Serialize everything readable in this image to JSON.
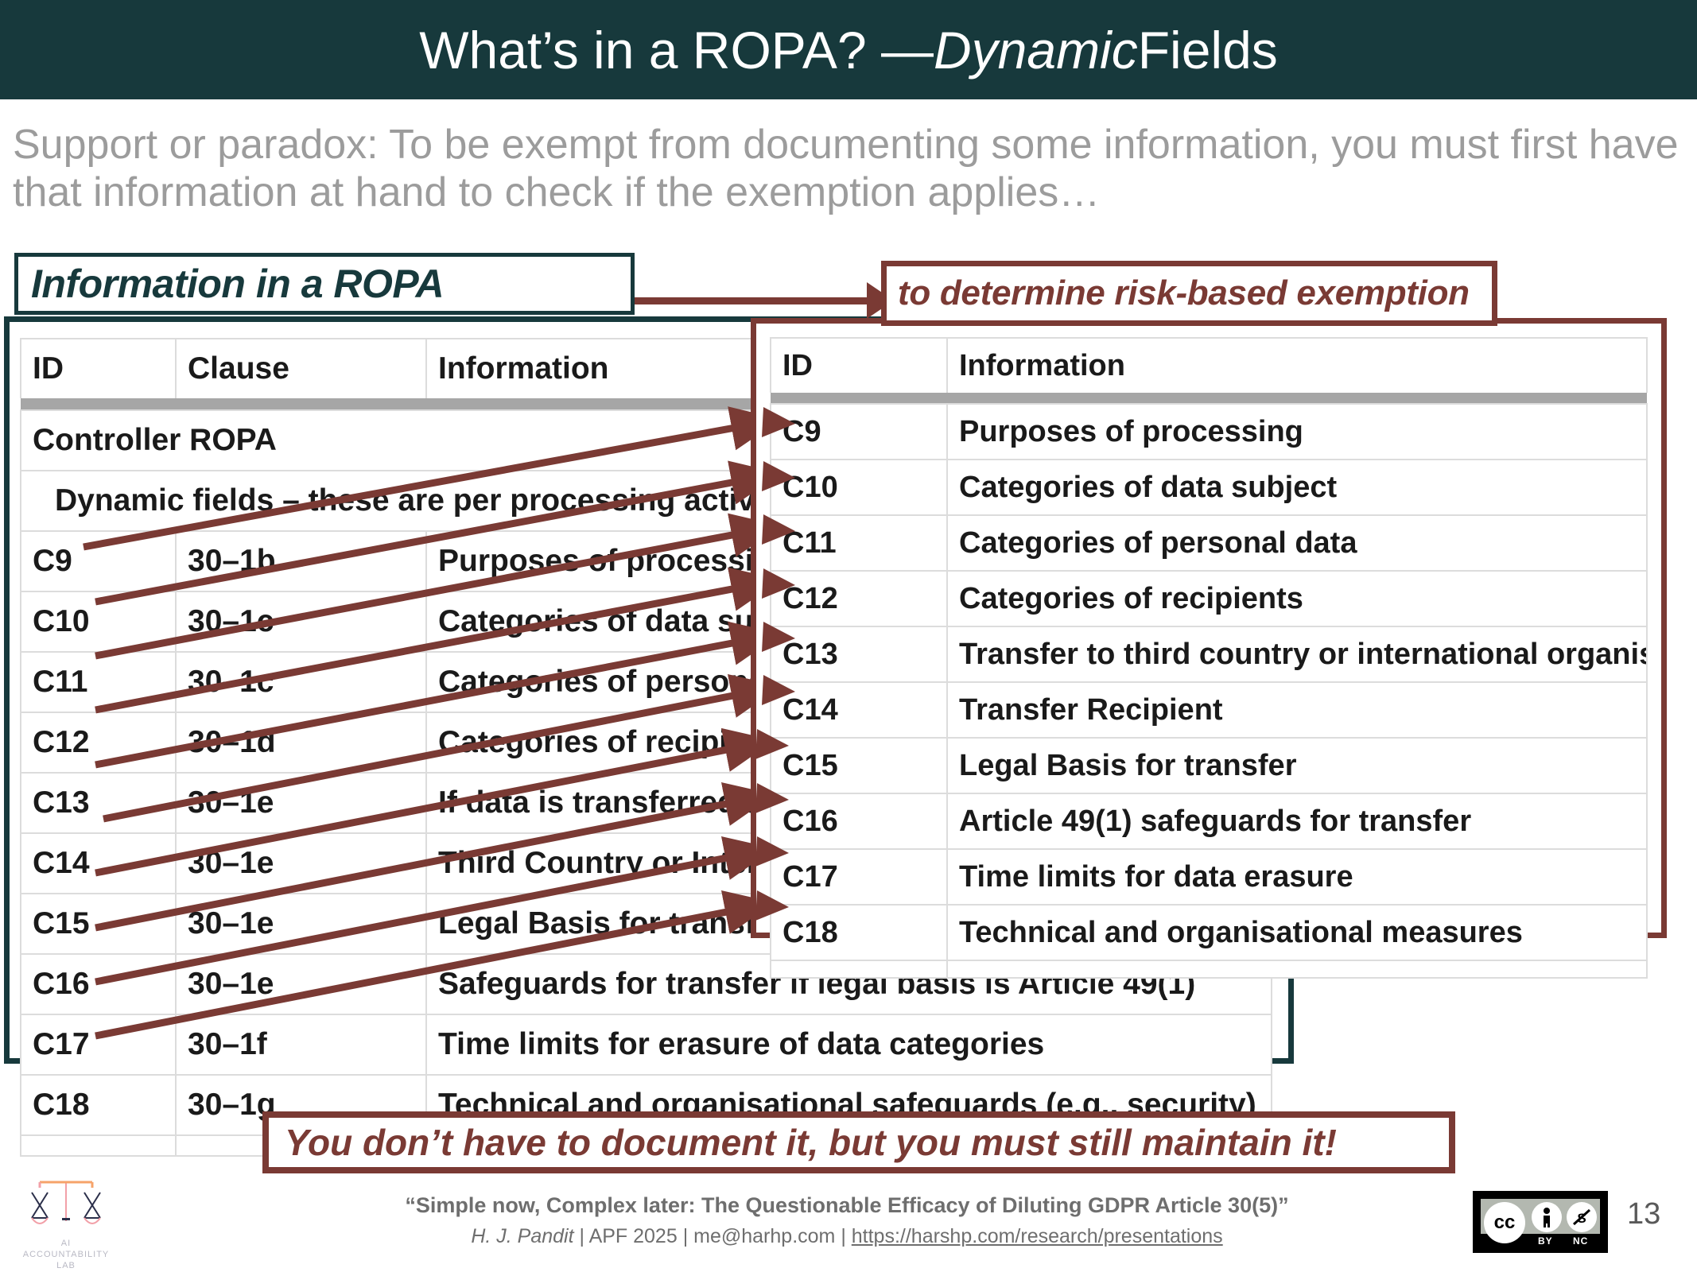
{
  "header": {
    "title_prefix": "What’s in a ROPA? — ",
    "title_emphasis": "Dynamic",
    "title_suffix": " Fields"
  },
  "lead": {
    "text": "Support or paradox: To be exempt from documenting some information, you must first have that information at hand to check if the exemption applies…"
  },
  "ropa_label": {
    "text": "Information in a ROPA"
  },
  "exempt_label": {
    "text": "to determine risk-based exemption"
  },
  "ropa_table": {
    "columns": [
      "ID",
      "Clause",
      "Information"
    ],
    "section_row": "Controller ROPA",
    "subsection_row": "Dynamic fields – these are per processing activity",
    "rows": [
      {
        "id": "C9",
        "clause": "30–1b",
        "information": "Purposes of processing"
      },
      {
        "id": "C10",
        "clause": "30–1c",
        "information": "Categories of data subject"
      },
      {
        "id": "C11",
        "clause": "30–1c",
        "information": "Categories of personal data"
      },
      {
        "id": "C12",
        "clause": "30–1d",
        "information": "Categories of recipients"
      },
      {
        "id": "C13",
        "clause": "30–1e",
        "information": "If data is transferred to a third country"
      },
      {
        "id": "C14",
        "clause": "30–1e",
        "information": "Third Country or International Organisation"
      },
      {
        "id": "C15",
        "clause": "30–1e",
        "information": "Legal Basis for transfer"
      },
      {
        "id": "C16",
        "clause": "30–1e",
        "information": "Safeguards for transfer if legal basis is Article 49(1)"
      },
      {
        "id": "C17",
        "clause": "30–1f",
        "information": "Time limits for erasure of data categories"
      },
      {
        "id": "C18",
        "clause": "30–1g",
        "information": "Technical and organisational safeguards (e.g., security)"
      }
    ]
  },
  "exempt_table": {
    "columns": [
      "ID",
      "Information"
    ],
    "rows": [
      {
        "id": "C9",
        "information": "Purposes of processing"
      },
      {
        "id": "C10",
        "information": "Categories of data subject"
      },
      {
        "id": "C11",
        "information": "Categories of personal data"
      },
      {
        "id": "C12",
        "information": "Categories of recipients"
      },
      {
        "id": "C13",
        "information": "Transfer to third country or international organisation"
      },
      {
        "id": "C14",
        "information": "Transfer Recipient"
      },
      {
        "id": "C15",
        "information": "Legal Basis for transfer"
      },
      {
        "id": "C16",
        "information": "Article 49(1) safeguards for transfer"
      },
      {
        "id": "C17",
        "information": "Time limits for data erasure"
      },
      {
        "id": "C18",
        "information": "Technical and organisational measures"
      }
    ]
  },
  "callout": {
    "text": "You don’t have to document it, but you must still maintain it!"
  },
  "footer": {
    "paper_title": "“Simple now, Complex later: The Questionable Efficacy of Diluting GDPR Article 30(5)”",
    "author": "H. J. Pandit",
    "sep": " | ",
    "venue": "APF 2025",
    "email": "me@harhp.com",
    "url": "https://harshp.com/research/presentations",
    "logo_caption_line1": "AI",
    "logo_caption_line2": "ACCOUNTABILITY",
    "logo_caption_line3": "LAB",
    "license_cc": "cc",
    "license_by": "BY",
    "license_nc": "NC",
    "page_number": "13"
  },
  "colors": {
    "teal": "#17393c",
    "brown": "#7a3a34",
    "grey_text": "#9c9c9c",
    "table_grid": "#dcdcdc",
    "table_sep": "#a6a6a6"
  }
}
